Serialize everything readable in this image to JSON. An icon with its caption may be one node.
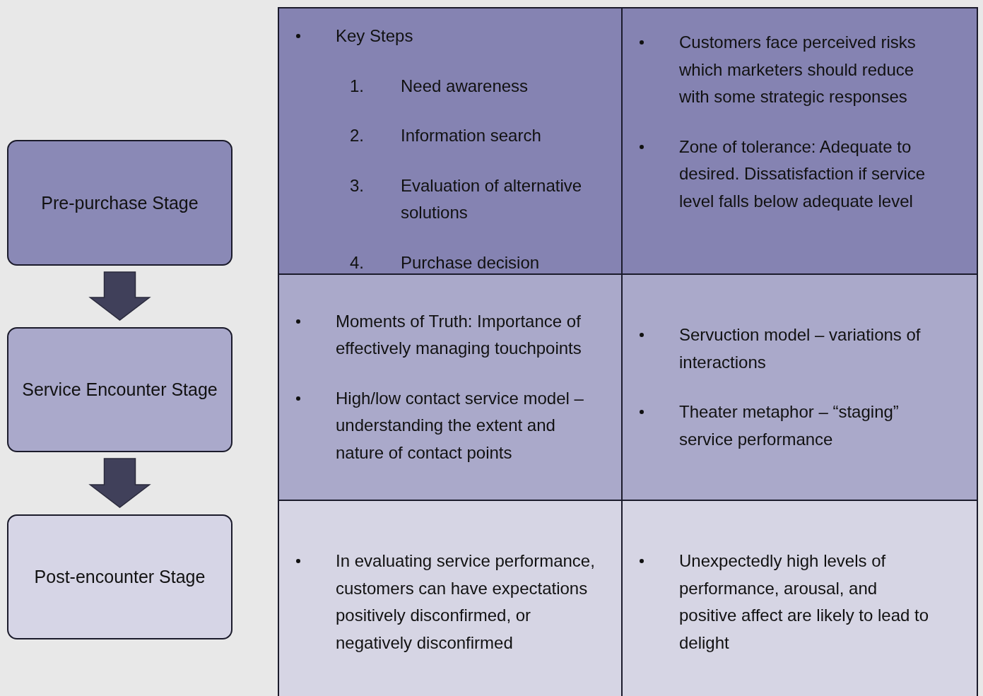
{
  "diagram": {
    "nodes": [
      {
        "text": [
          "Pre-purchase Stage"
        ]
      },
      {
        "text": [
          "Service Encounter Stage"
        ]
      },
      {
        "text": [
          "Post-encounter Stage"
        ]
      },
      {
        "text": [
          "Key Steps",
          "1.",
          "Need awareness",
          "2.",
          "Information search",
          "3.",
          "Evaluation of alternative solutions",
          "4.",
          "Purchase decision"
        ]
      },
      {
        "text": [
          "Customers face perceived risks which marketers should reduce with some strategic responses",
          "Zone of tolerance: Adequate to desired. Dissatisfaction if service level falls below adequate level"
        ]
      },
      {
        "text": [
          "Moments of Truth: Importance of effectively managing touchpoints",
          "High/low contact service model – understanding the extent and nature of contact points"
        ]
      },
      {
        "text": [
          "Servuction model – variations of interactions",
          "Theater metaphor – “staging” service performance"
        ]
      },
      {
        "text": [
          "In evaluating service performance, customers can have expectations positively disconfirmed, or negatively disconfirmed"
        ]
      },
      {
        "text": [
          "Unexpectedly high levels of performance, arousal, and positive affect are likely to lead to delight"
        ]
      }
    ],
    "edges": [
      {
        "from": 0,
        "to": 1,
        "arrow": "to"
      },
      {
        "from": 1,
        "to": 2,
        "arrow": "to"
      }
    ]
  }
}
